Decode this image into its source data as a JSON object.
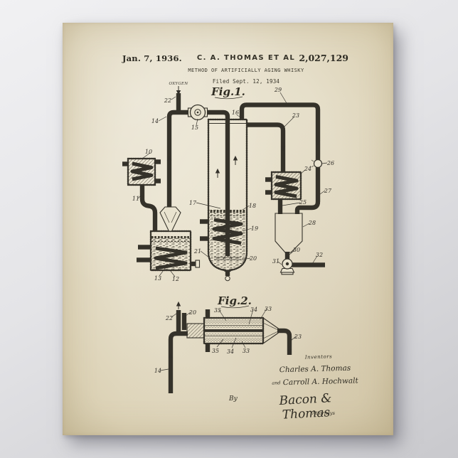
{
  "poster": {
    "header": {
      "date": "Jan. 7, 1936.",
      "inventor_line": "C. A. THOMAS ET AL",
      "patent_number": "2,027,129",
      "title_line": "METHOD OF ARTIFICIALLY AGING WHISKY",
      "filed_line": "Filed Sept. 12, 1934"
    },
    "fig1": {
      "caption": "Fig.1.",
      "gas_label": "OXYGEN",
      "ref_labels": [
        {
          "t": "22"
        },
        {
          "t": "14"
        },
        {
          "t": "15"
        },
        {
          "t": "16"
        },
        {
          "t": "29"
        },
        {
          "t": "23"
        },
        {
          "t": "26"
        },
        {
          "t": "27"
        },
        {
          "t": "24"
        },
        {
          "t": "25"
        },
        {
          "t": "28"
        },
        {
          "t": "30"
        },
        {
          "t": "31"
        },
        {
          "t": "32"
        },
        {
          "t": "10"
        },
        {
          "t": "11"
        },
        {
          "t": "17"
        },
        {
          "t": "21"
        },
        {
          "t": "18"
        },
        {
          "t": "19"
        },
        {
          "t": "20"
        },
        {
          "t": "13"
        },
        {
          "t": "12"
        }
      ]
    },
    "fig2": {
      "caption": "Fig.2.",
      "ref_labels": [
        {
          "t": "22"
        },
        {
          "t": "20"
        },
        {
          "t": "35"
        },
        {
          "t": "34"
        },
        {
          "t": "33"
        },
        {
          "t": "23"
        },
        {
          "t": "35"
        },
        {
          "t": "34"
        },
        {
          "t": "33"
        },
        {
          "t": "14"
        }
      ]
    },
    "signatures": {
      "inventors_label": "Inventors",
      "inventor1": "Charles A. Thomas",
      "and_word": "and",
      "inventor2": "Carroll A. Hochwalt",
      "by_label": "By",
      "attorney_signature": "Bacon & Thomas",
      "attorneys_label": "Attorneys"
    },
    "colors": {
      "ink": "#35322a",
      "paper": "#e9e3cf"
    }
  }
}
